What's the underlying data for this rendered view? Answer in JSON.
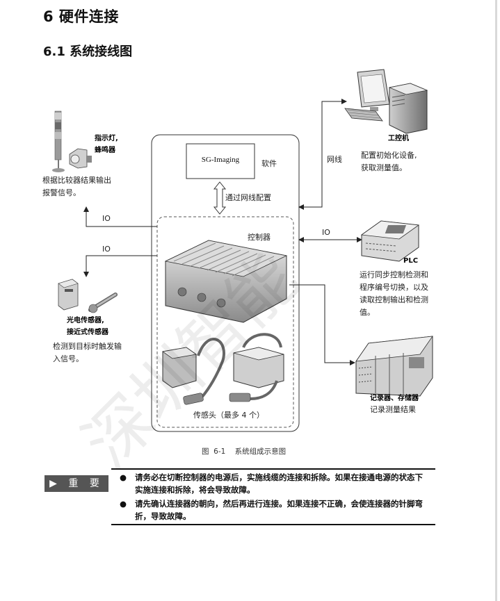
{
  "headings": {
    "h1": "6  硬件连接",
    "h2": "6.1 系统接线图"
  },
  "diagram": {
    "software_box": "SG-Imaging",
    "software_label": "软件",
    "network_config": "通过网线配置",
    "controller_label": "控制器",
    "sensor_label": "传感头（最多 4 个）",
    "io_left_top": "IO",
    "io_left_bottom": "IO",
    "io_right": "IO",
    "network_cable": "网线",
    "indicator_title": "指示灯,\n蜂鸣器",
    "indicator_desc": "根据比较器结果输出\n报警信号。",
    "photo_title": "光电传感器,\n接近式传感器",
    "photo_desc": "检测到目标时触发输\n入信号。",
    "pc_title": "工控机",
    "pc_desc": "配置初始化设备,\n获取测量值。",
    "plc_title": "PLC",
    "plc_desc": "运行同步控制检测和\n程序编号切换，以及\n读取控制输出和检测\n值。",
    "recorder_title": "记录器、存储器",
    "recorder_desc": "记录测量结果",
    "caption": "图  6-1    系统组成示意图",
    "watermark": "深圳智能"
  },
  "notice": {
    "label": "▶ 重 要",
    "items": [
      "请务必在切断控制器的电源后，实施线缆的连接和拆除。如果在接通电源的状态下实施连接和拆除，将会导致故障。",
      "请先确认连接器的朝向，然后再进行连接。如果连接不正确，会使连接器的针脚弯折，导致故障。"
    ]
  }
}
